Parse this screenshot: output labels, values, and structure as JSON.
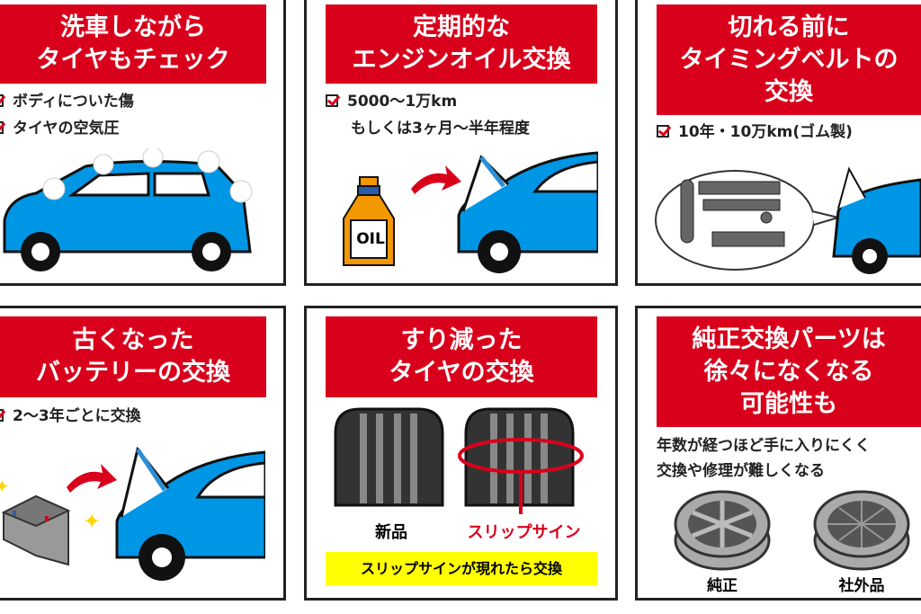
{
  "panels": [
    {
      "title": [
        "洗車しながら",
        "タイヤもチェック"
      ],
      "checks": [
        "ボディについた傷",
        "タイヤの空気圧"
      ]
    },
    {
      "title": [
        "定期的な",
        "エンジンオイル交換"
      ],
      "checks": [
        "5000〜1万km",
        "もしくは3ヶ月〜半年程度"
      ],
      "bottle_label": "OIL"
    },
    {
      "title": [
        "切れる前に",
        "タイミングベルトの",
        "交換"
      ],
      "checks": [
        "10年・10万km(ゴム製)"
      ]
    },
    {
      "title": [
        "古くなった",
        "バッテリーの交換"
      ],
      "checks": [
        "2〜3年ごとに交換"
      ]
    },
    {
      "title": [
        "すり減った",
        "タイヤの交換"
      ],
      "labels": {
        "new": "新品",
        "slip": "スリップサイン"
      },
      "banner": "スリップサインが現れたら交換"
    },
    {
      "title": [
        "純正交換パーツは",
        "徐々になくなる",
        "可能性も"
      ],
      "text": [
        "年数が経つほど手に入りにくく",
        "交換や修理が難しくなる"
      ],
      "labels": {
        "genuine": "純正",
        "aftermarket": "社外品"
      }
    }
  ],
  "colors": {
    "red": "#d9001b",
    "car_blue": "#0096e6",
    "yellow": "#ffff00",
    "oil_orange": "#f39800"
  }
}
